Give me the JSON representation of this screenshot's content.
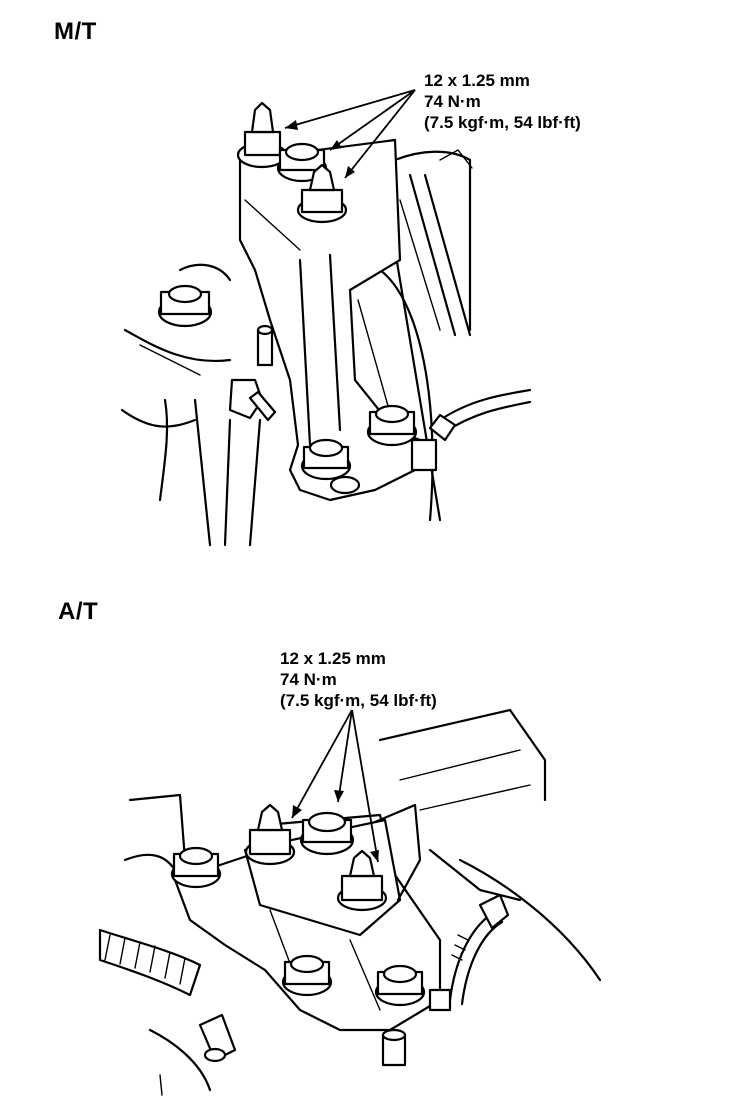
{
  "mt": {
    "heading": "M/T",
    "spec": {
      "size": "12 x 1.25 mm",
      "torque_nm": "74 N·m",
      "torque_alt": "(7.5 kgf·m, 54 lbf·ft)"
    }
  },
  "at": {
    "heading": "A/T",
    "spec": {
      "size": "12 x 1.25 mm",
      "torque_nm": "74 N·m",
      "torque_alt": "(7.5 kgf·m, 54 lbf·ft)"
    }
  },
  "colors": {
    "line": "#000000",
    "background": "#ffffff"
  }
}
